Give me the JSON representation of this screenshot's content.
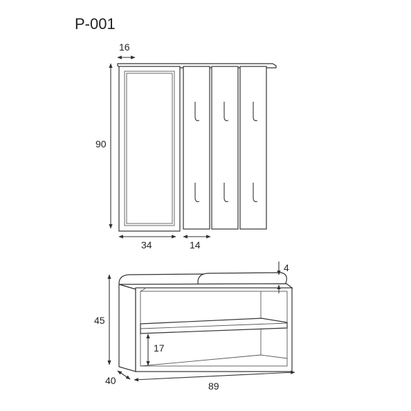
{
  "title": "P-001",
  "dimensions": {
    "shelf_depth": "16",
    "height": "90",
    "mirror_width": "34",
    "panel_width": "14",
    "cushion_thickness": "4",
    "bench_height": "45",
    "shelf_gap": "17",
    "bench_depth": "40",
    "bench_width": "89"
  }
}
